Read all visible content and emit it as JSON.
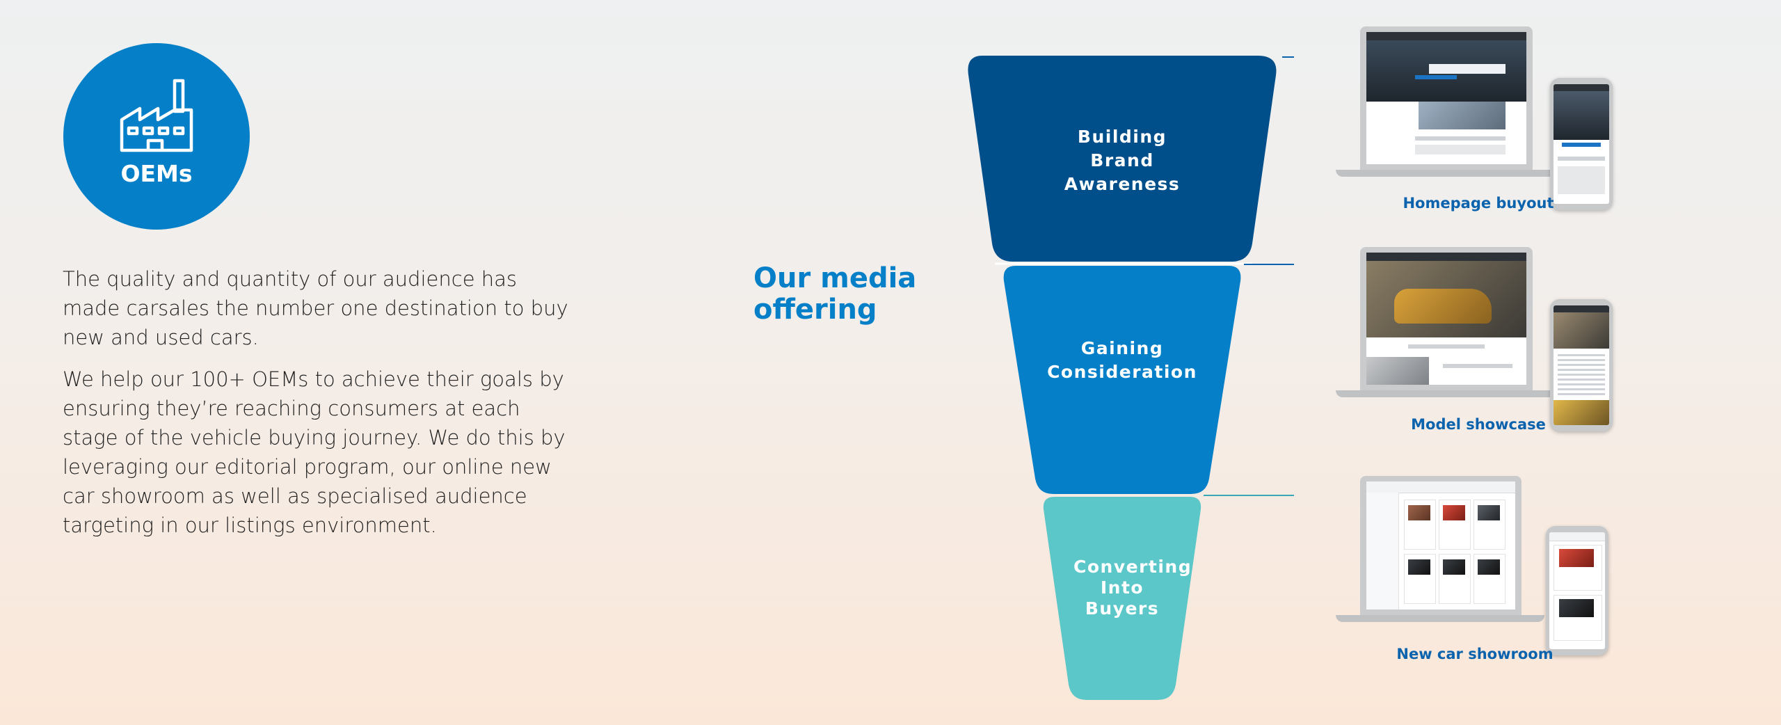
{
  "oem": {
    "icon": "factory-icon",
    "label": "OEMs",
    "color": "#0580c8"
  },
  "intro": {
    "paragraph1": "The quality and quantity of our audience has made carsales the number one destination to buy new and used cars.",
    "paragraph2": "We help our 100+ OEMs to achieve their goals by ensuring they’re reaching consumers at each stage of the vehicle buying journey. We do this by leveraging our editorial program, our online new car showroom as well as specialised audience targeting in our listings environment."
  },
  "media": {
    "title": "Our media offering"
  },
  "funnel": {
    "stages": [
      {
        "label": "Building Brand Awareness",
        "color": "#004f8a"
      },
      {
        "label": "Gaining Consideration",
        "color": "#0580c8"
      },
      {
        "label": "Converting Into Buyers",
        "color": "#5bc7c8"
      }
    ]
  },
  "showcases": [
    {
      "caption": "Homepage buyout"
    },
    {
      "caption": "Model showcase"
    },
    {
      "caption": "New car showroom"
    }
  ]
}
